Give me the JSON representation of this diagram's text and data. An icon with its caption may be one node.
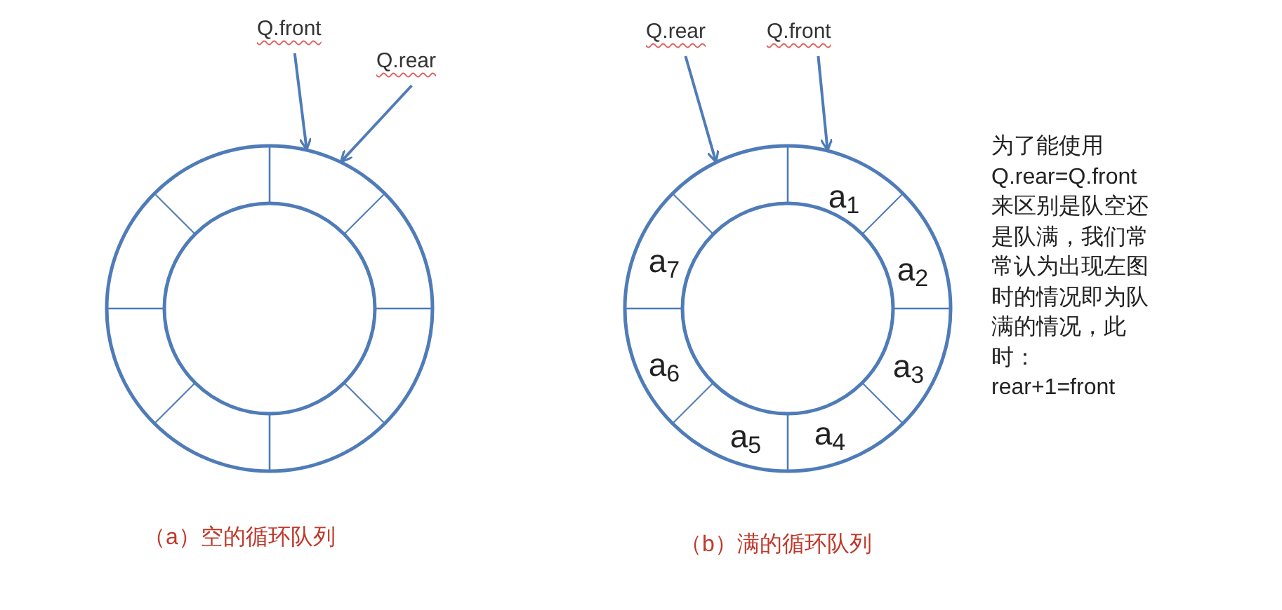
{
  "diagram": {
    "nodes": [
      {
        "text": [
          "Q.front"
        ]
      },
      {
        "text": [
          "Q.rear"
        ]
      },
      {
        "text": [],
        "shape": "circle"
      },
      {
        "text": [
          "Q.rear"
        ]
      },
      {
        "text": [
          "Q.front"
        ]
      },
      {
        "text": [
          "a$_{1}$",
          "a$_{2}$",
          "a$_{3}$",
          "a$_{4}$",
          "a$_{5}$",
          "a$_{6}$",
          "a$_{7}$"
        ]
      }
    ],
    "edges": [
      {
        "from": 0,
        "to": 2,
        "arrow": "to"
      },
      {
        "from": 1,
        "to": 2,
        "arrow": "to"
      },
      {
        "from": 3,
        "to": 5,
        "arrow": "to"
      },
      {
        "from": 4,
        "to": 5,
        "arrow": "to"
      }
    ],
    "labels": [
      "为了能使用Q.rear=Q.front来区别是队空还是队满，我们常常认为出现左图时的情况即为队满的情况，此时：rear+1=front",
      "（a）空的循环队列",
      "（b）满的循环队列"
    ]
  }
}
